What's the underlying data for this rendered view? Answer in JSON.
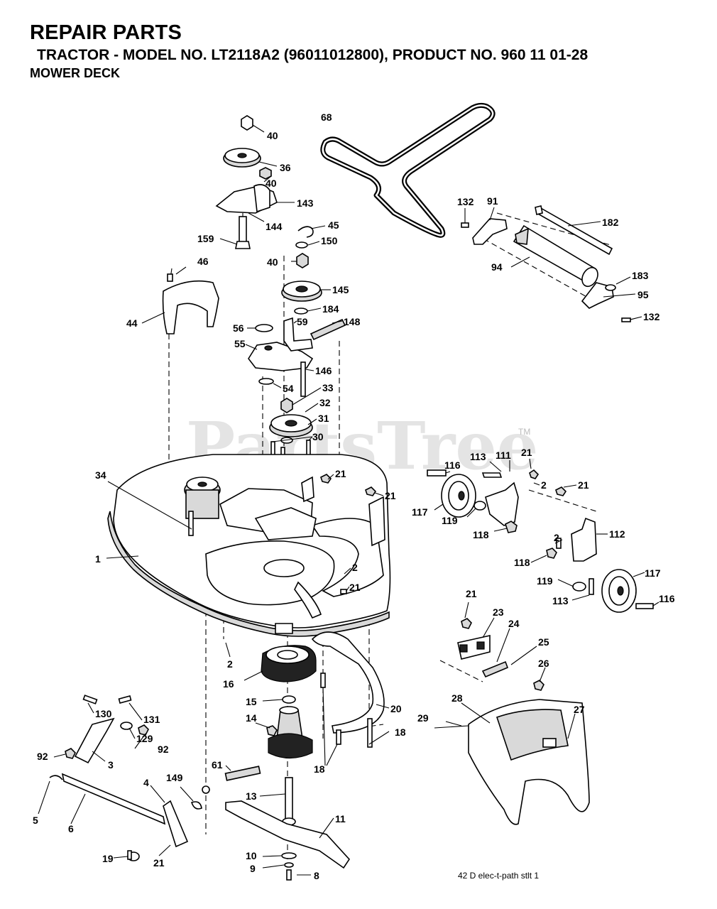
{
  "header": {
    "title": "REPAIR PARTS",
    "model_line": "TRACTOR - MODEL NO. LT2118A2 (96011012800),  PRODUCT NO. 960 11 01-28",
    "section": "MOWER DECK"
  },
  "watermark": "PartsTree",
  "watermark_tm": "TM",
  "footer_code": "42  D  elec-t-path  stlt  1",
  "part_labels": {
    "p68": "68",
    "p40a": "40",
    "p36": "36",
    "p40b": "40",
    "p143": "143",
    "p144": "144",
    "p159": "159",
    "p45": "45",
    "p150": "150",
    "p40c": "40",
    "p46": "46",
    "p145": "145",
    "p184": "184",
    "p44": "44",
    "p56": "56",
    "p59": "59",
    "p148": "148",
    "p55": "55",
    "p146": "146",
    "p54": "54",
    "p33": "33",
    "p32": "32",
    "p31": "31",
    "p30": "30",
    "p132a": "132",
    "p91": "91",
    "p182": "182",
    "p94": "94",
    "p183": "183",
    "p95": "95",
    "p132b": "132",
    "p34": "34",
    "p21a": "21",
    "p21b": "21",
    "p116a": "116",
    "p113a": "113",
    "p111": "111",
    "p21c": "21",
    "p2a": "2",
    "p21d": "21",
    "p117a": "117",
    "p119a": "119",
    "p118a": "118",
    "p1": "1",
    "p2b": "2",
    "p21e": "21",
    "p2c": "2",
    "p112": "112",
    "p118b": "118",
    "p119b": "119",
    "p113b": "113",
    "p117b": "117",
    "p116b": "116",
    "p2d": "2",
    "p16": "16",
    "p15": "15",
    "p14": "14",
    "p20": "20",
    "p18a": "18",
    "p18b": "18",
    "p21f": "21",
    "p23": "23",
    "p24": "24",
    "p25": "25",
    "p26": "26",
    "p28": "28",
    "p27": "27",
    "p29": "29",
    "p130": "130",
    "p131": "131",
    "p129": "129",
    "p92a": "92",
    "p92b": "92",
    "p3": "3",
    "p61": "61",
    "p4": "4",
    "p149": "149",
    "p5": "5",
    "p6": "6",
    "p13": "13",
    "p11": "11",
    "p19": "19",
    "p21g": "21",
    "p10": "10",
    "p9": "9",
    "p8": "8"
  }
}
